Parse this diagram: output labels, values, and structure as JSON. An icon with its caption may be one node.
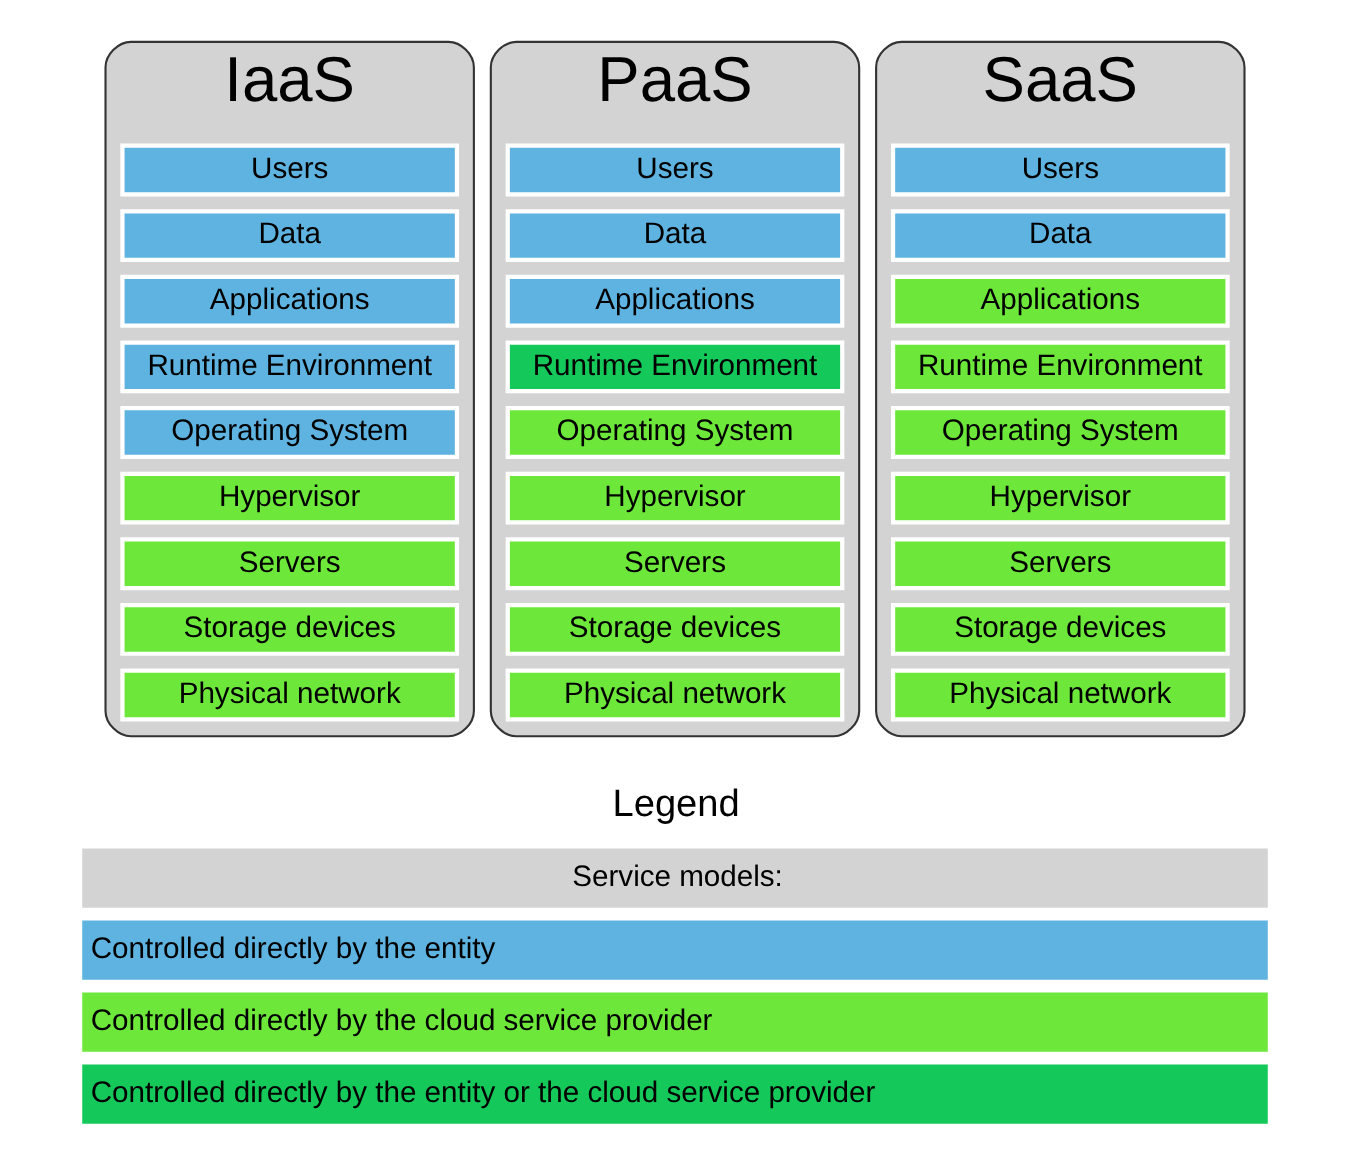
{
  "diagram": {
    "nodes": [
      {
        "text": [
          "IaaS"
        ]
      },
      {
        "text": [
          "Users"
        ],
        "in": 0
      },
      {
        "text": [
          "Data"
        ],
        "in": 0
      },
      {
        "text": [
          "Applications"
        ],
        "in": 0
      },
      {
        "text": [
          "Runtime Environment"
        ],
        "in": 0
      },
      {
        "text": [
          "Operating System"
        ],
        "in": 0
      },
      {
        "text": [
          "Hypervisor"
        ],
        "in": 0
      },
      {
        "text": [
          "Servers"
        ],
        "in": 0
      },
      {
        "text": [
          "Storage devices"
        ],
        "in": 0
      },
      {
        "text": [
          "Physical network"
        ],
        "in": 0
      },
      {
        "text": [
          "PaaS"
        ]
      },
      {
        "text": [
          "Users"
        ],
        "in": 10
      },
      {
        "text": [
          "Data"
        ],
        "in": 10
      },
      {
        "text": [
          "Applications"
        ],
        "in": 10
      },
      {
        "text": [
          "Runtime Environment"
        ],
        "in": 10
      },
      {
        "text": [
          "Operating System"
        ],
        "in": 10
      },
      {
        "text": [
          "Hypervisor"
        ],
        "in": 10
      },
      {
        "text": [
          "Servers"
        ],
        "in": 10
      },
      {
        "text": [
          "Storage devices"
        ],
        "in": 10
      },
      {
        "text": [
          "Physical network"
        ],
        "in": 10
      },
      {
        "text": [
          "SaaS"
        ]
      },
      {
        "text": [
          "Users"
        ],
        "in": 20
      },
      {
        "text": [
          "Data"
        ],
        "in": 20
      },
      {
        "text": [
          "Applications"
        ],
        "in": 20
      },
      {
        "text": [
          "Runtime Environment"
        ],
        "in": 20
      },
      {
        "text": [
          "Operating System"
        ],
        "in": 20
      },
      {
        "text": [
          "Hypervisor"
        ],
        "in": 20
      },
      {
        "text": [
          "Servers"
        ],
        "in": 20
      },
      {
        "text": [
          "Storage devices"
        ],
        "in": 20
      },
      {
        "text": [
          "Physical network"
        ],
        "in": 20
      }
    ],
    "edges": [],
    "labels": [
      "Legend"
    ],
    "legend": [
      {
        "text": "Service models:",
        "color": "#d3d3d3"
      },
      {
        "text": "Controlled directly by the entity",
        "color": "#5eb3e0"
      },
      {
        "text": "Controlled directly by the cloud service provider",
        "color": "#6de83a"
      },
      {
        "text": "Controlled directly by the entity or the cloud service provider",
        "color": "#14c95a"
      }
    ]
  }
}
